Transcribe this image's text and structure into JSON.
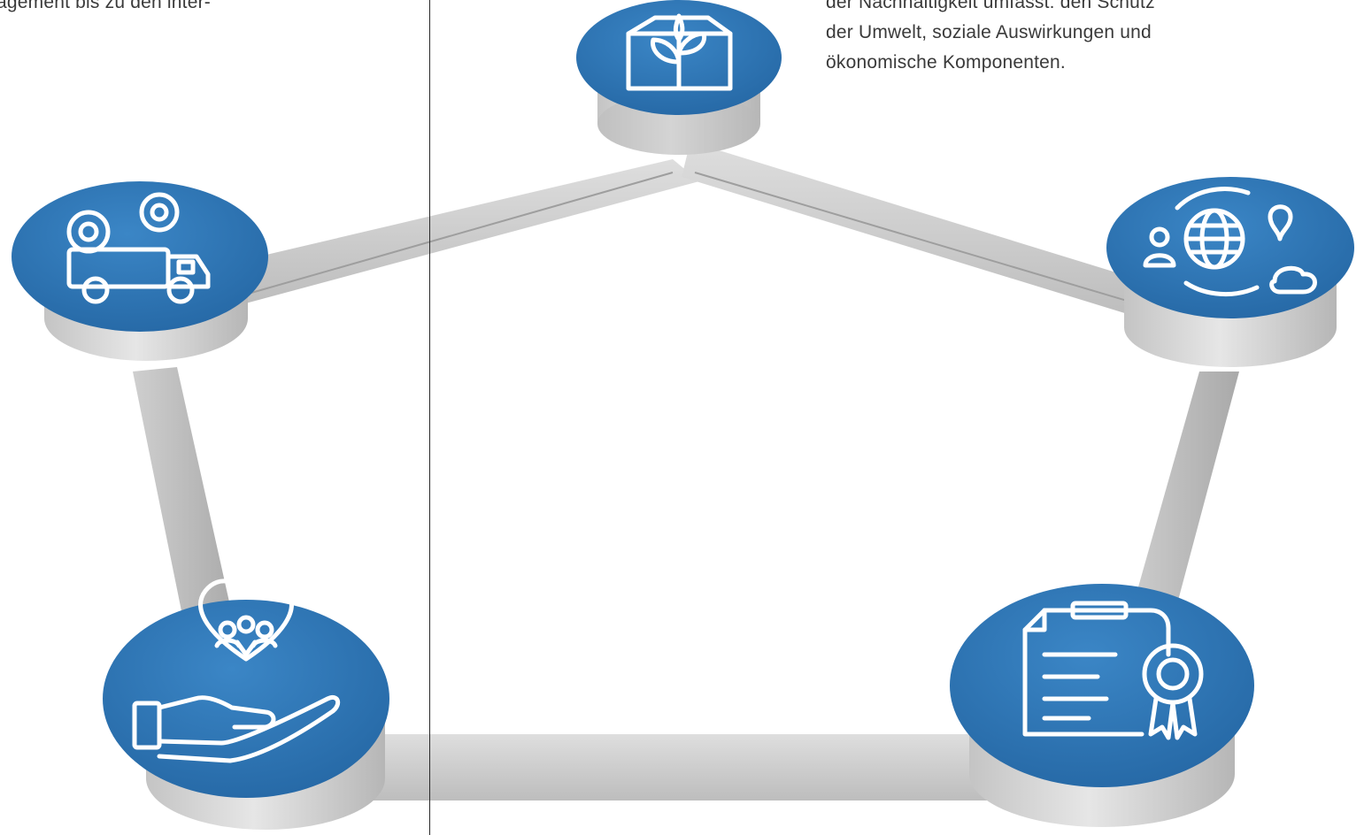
{
  "left_text": {
    "lines": [
      "agement bis zu den inter-"
    ]
  },
  "right_text": {
    "lines": [
      "der Nachhaltigkeit umfasst: den Schutz",
      "der Umwelt, soziale Auswirkungen und",
      "ökonomische Komponenten."
    ]
  },
  "colors": {
    "disc_blue": "#2d72b0",
    "bar_gray": "#c9c9c9",
    "pedestal_gray": "#d4d4d4",
    "icon_white": "#ffffff",
    "text": "#3a3a3a"
  },
  "nodes": [
    {
      "icon": "sustainable-package-icon"
    },
    {
      "icon": "logistics-truck-gears-icon"
    },
    {
      "icon": "global-network-icon"
    },
    {
      "icon": "social-care-icon"
    },
    {
      "icon": "certificate-icon"
    }
  ]
}
